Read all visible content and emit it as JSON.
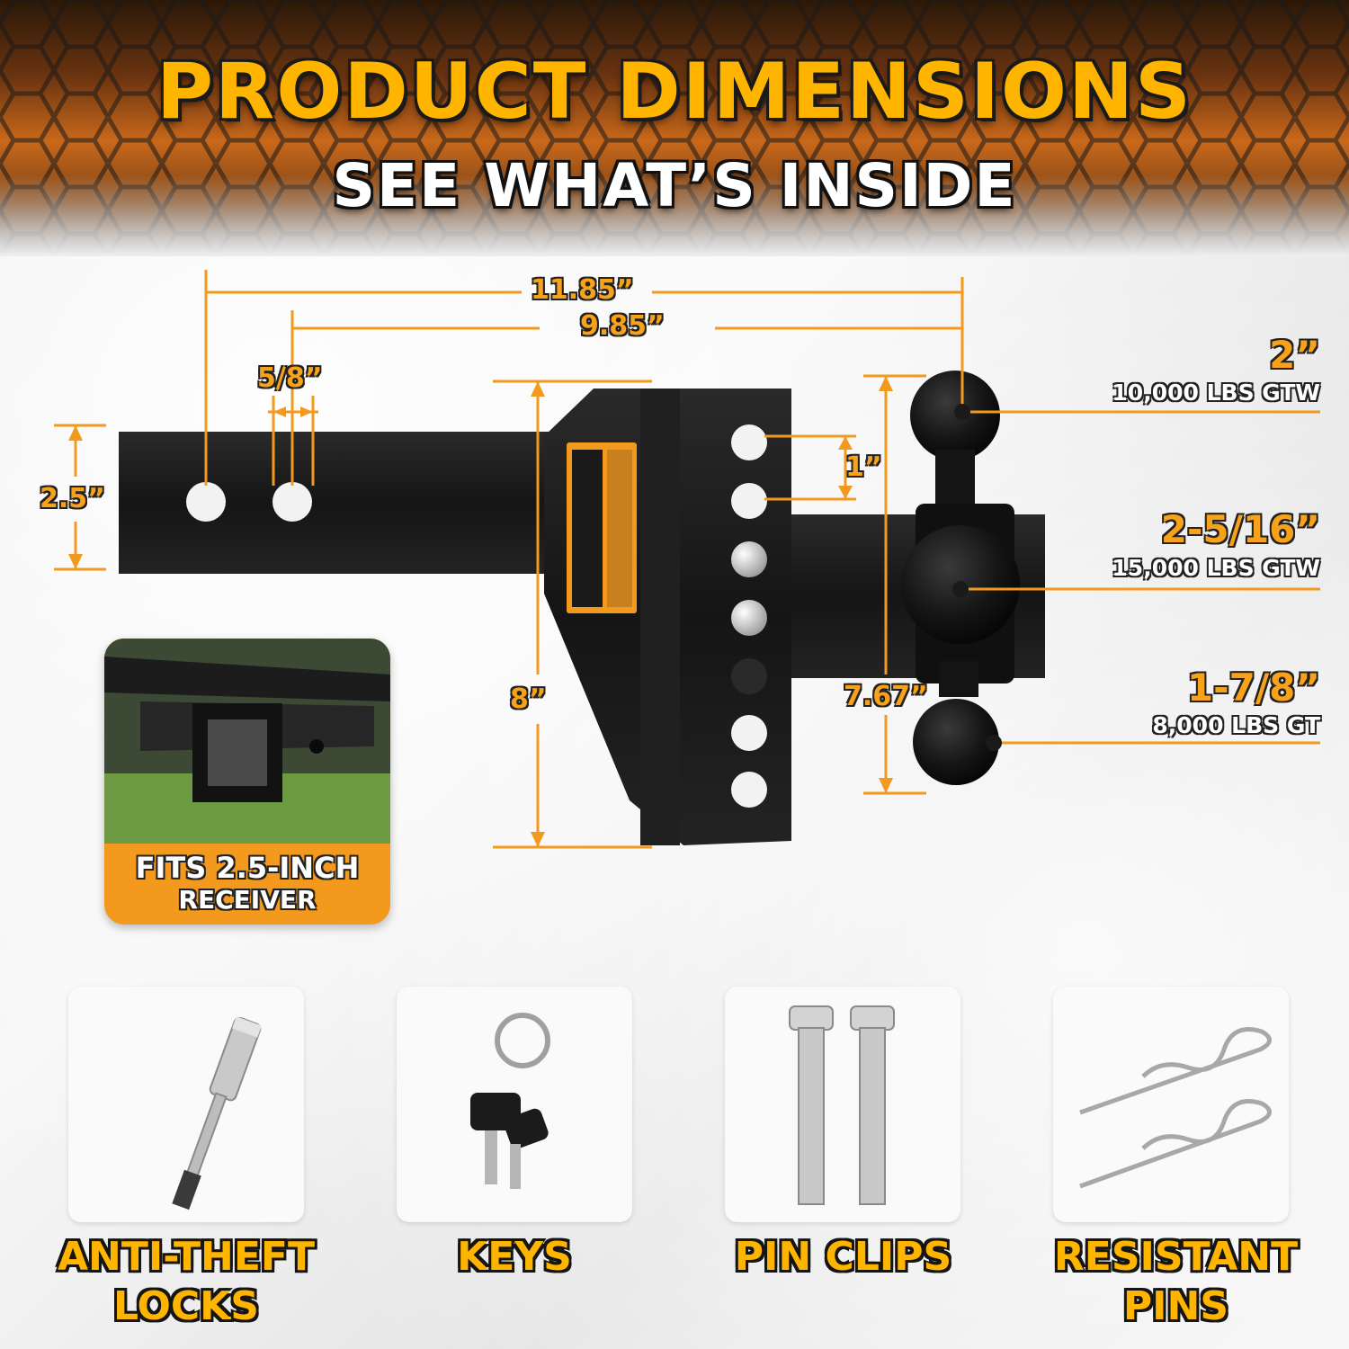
{
  "header": {
    "title": "PRODUCT DIMENSIONS",
    "subtitle": "SEE WHAT’S INSIDE"
  },
  "dimensions": {
    "overall_length": "11.85”",
    "inner_length": "9.85”",
    "hole_diameter": "5/8”",
    "shank_height": "2.5”",
    "shank_height_label": "2.5”",
    "hole_spacing": "1”",
    "drop_height": "8”",
    "ball_mount_height": "7.67”"
  },
  "balls": [
    {
      "size": "2”",
      "rating": "10,000 LBS GTW"
    },
    {
      "size": "2-5/16”",
      "rating": "15,000 LBS GTW"
    },
    {
      "size": "1-7/8”",
      "rating": "8,000 LBS GT"
    }
  ],
  "receiver_card": {
    "line1": "FITS 2.5-INCH",
    "line2": "RECEIVER"
  },
  "accessories": [
    {
      "line1": "ANTI-THEFT",
      "line2": "LOCKS"
    },
    {
      "line1": "KEYS",
      "line2": ""
    },
    {
      "line1": "PIN CLIPS",
      "line2": ""
    },
    {
      "line1": "RESISTANT",
      "line2": "PINS"
    }
  ],
  "colors": {
    "accent": "#f7a21a",
    "title_yellow": "#ffb400",
    "metal_black": "#1b1b1b",
    "dimension_line": "#f39a1e"
  }
}
